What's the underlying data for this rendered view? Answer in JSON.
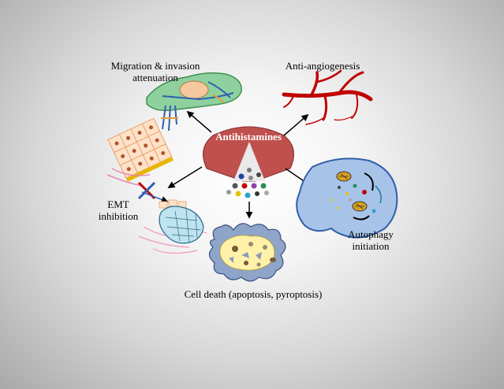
{
  "center": {
    "title": "Antihistamines"
  },
  "effects": {
    "migration": {
      "line1": "Migration & invasion",
      "line2": "attenuation"
    },
    "angiogenesis": {
      "label": "Anti-angiogenesis"
    },
    "emt": {
      "line1": "EMT",
      "line2": "inhibition"
    },
    "autophagy": {
      "line1": "Autophagy",
      "line2": "initiation"
    },
    "cell_death": {
      "label": "Cell death (apoptosis, pyroptosis)"
    }
  },
  "colors": {
    "pac_man": "#c0504d",
    "migration_cell": "#8fd19e",
    "vessel": "#c00000",
    "autophagy_cell": "#a7c4e8",
    "dying_cell": "#8ea4c8",
    "dying_cytoplasm": "#fff2a8"
  }
}
